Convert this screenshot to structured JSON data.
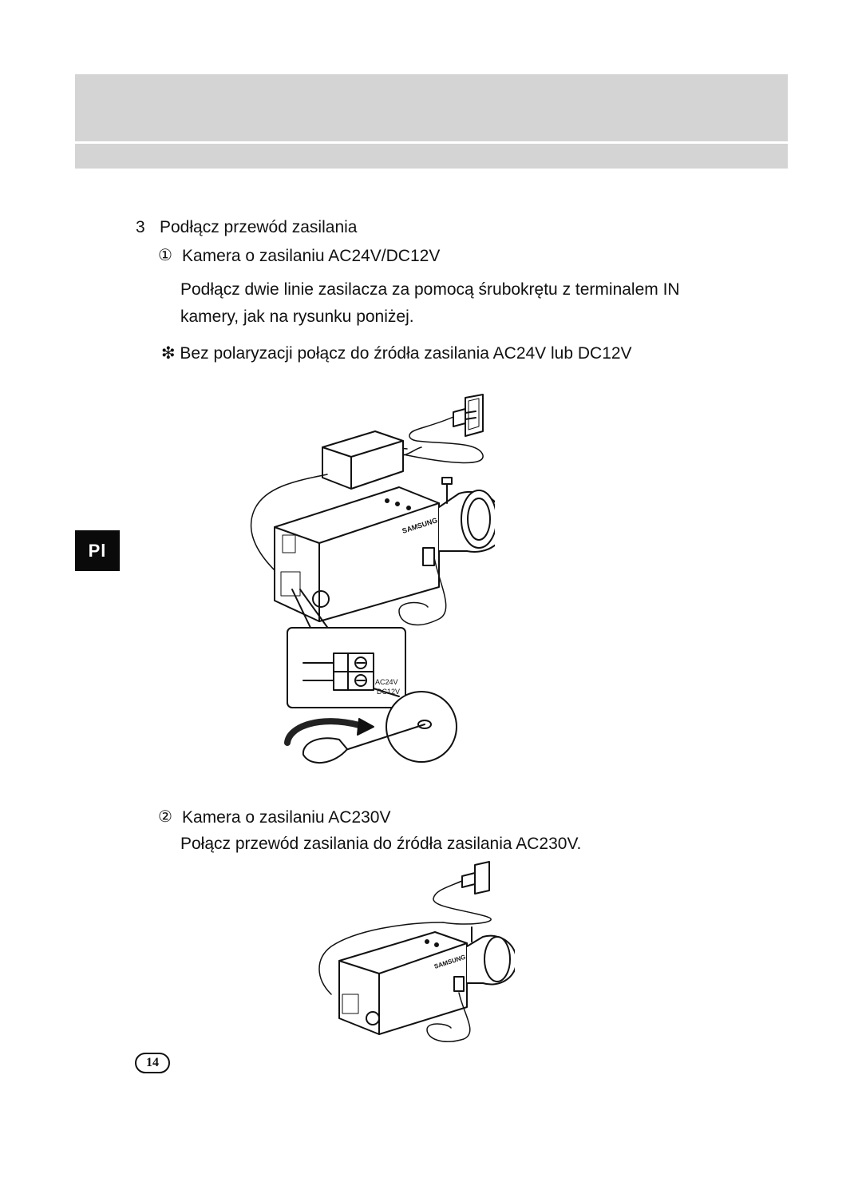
{
  "section": {
    "step_number": "3",
    "step_title": "Podłącz przewód zasilania",
    "language_tab": "Pl"
  },
  "option1": {
    "marker": "①",
    "title": "Kamera o zasilaniu AC24V/DC12V",
    "body": "Podłącz dwie linie zasilacza za pomocą śrubokrętu z terminalem IN kamery, jak na rysunku poniżej.",
    "note": "❇ Bez polaryzacji połącz do źródła zasilania AC24V lub DC12V"
  },
  "figure1": {
    "brand": "SAMSUNG",
    "terminal_label_1": "AC24V",
    "terminal_label_2": "DC12V"
  },
  "option2": {
    "marker": "②",
    "title": "Kamera o zasilaniu AC230V",
    "body": "Połącz przewód zasilania do źródła zasilania AC230V."
  },
  "figure2": {
    "brand": "SAMSUNG"
  },
  "footer": {
    "page_number": "14"
  }
}
